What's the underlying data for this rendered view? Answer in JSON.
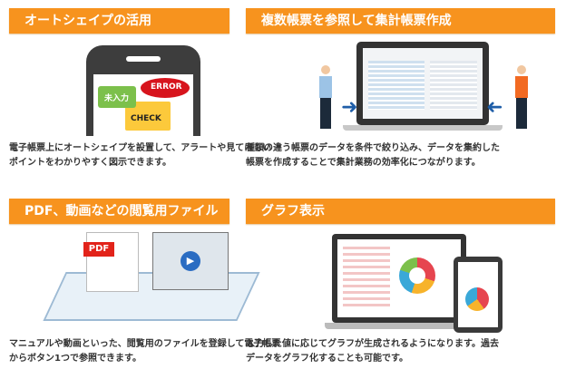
{
  "panels": [
    {
      "title": "オートシェイプの活用",
      "desc1": "電子帳票上にオートシェイプを設置して、アラートや見てほしい",
      "desc2": "ポイントをわかりやすく図示できます。",
      "labels": {
        "input": "未入力",
        "error": "ERROR",
        "check": "CHECK"
      }
    },
    {
      "title": "複数帳票を参照して集計帳票作成",
      "desc1": "種類の違う帳票のデータを条件で絞り込み、データを集約した",
      "desc2": "帳票を作成することで集計業務の効率化につながります。"
    },
    {
      "title": "PDF、動画などの閲覧用ファイルの登録",
      "desc1": "マニュアルや動画といった、閲覧用のファイルを登録して電子帳票",
      "desc2": "からボタン1つで参照できます。",
      "labels": {
        "pdf": "PDF"
      }
    },
    {
      "title": "グラフ表示",
      "desc1": "入力した値に応じてグラフが生成されるようになります。過去",
      "desc2": "データをグラフ化することも可能です。"
    }
  ],
  "colors": {
    "accent": "#f7931e"
  }
}
